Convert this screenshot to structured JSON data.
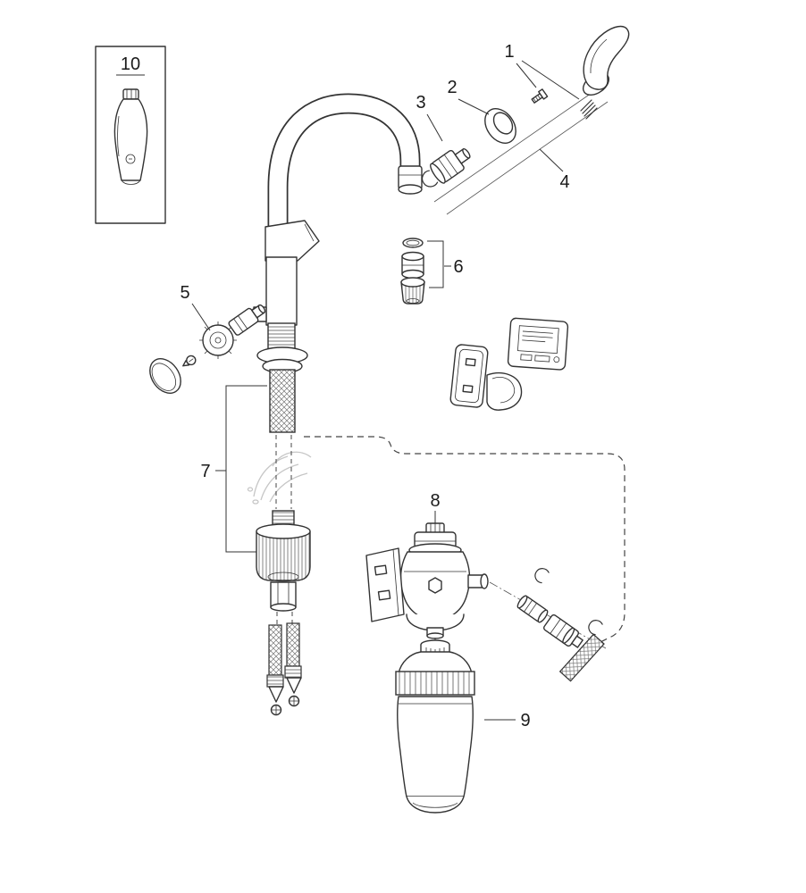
{
  "colors": {
    "line": "#333333",
    "label": "#1a1a1a",
    "ghost": "#c6c6c6",
    "background": "#ffffff"
  },
  "callouts": {
    "part1": "1",
    "part2": "2",
    "part3": "3",
    "part4": "4",
    "part5": "5",
    "part6": "6",
    "part7": "7",
    "part8": "8",
    "part9": "9",
    "part10": "10"
  }
}
